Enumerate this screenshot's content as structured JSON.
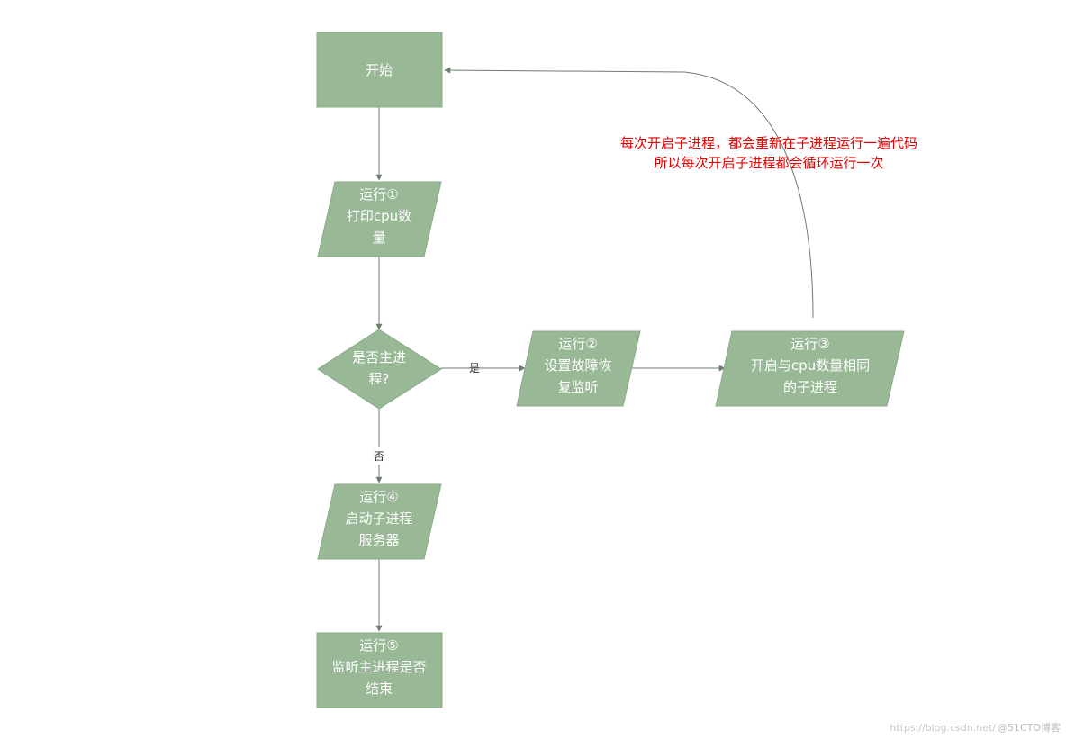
{
  "colors": {
    "node_fill": "#98b896",
    "node_stroke": "#8aab88",
    "edge": "#6d7f6c",
    "annotation": "#e60000"
  },
  "nodes": {
    "start": {
      "lines": [
        "开始"
      ]
    },
    "step1": {
      "lines": [
        "运行①",
        "打印cpu数",
        "量"
      ]
    },
    "decision": {
      "lines": [
        "是否主进",
        "程?"
      ]
    },
    "step2": {
      "lines": [
        "运行②",
        "设置故障恢",
        "复监听"
      ]
    },
    "step3": {
      "lines": [
        "运行③",
        "开启与cpu数量相同",
        "的子进程"
      ]
    },
    "step4": {
      "lines": [
        "运行④",
        "启动子进程",
        "服务器"
      ]
    },
    "step5": {
      "lines": [
        "运行⑤",
        "监听主进程是否",
        "结束"
      ]
    }
  },
  "edge_labels": {
    "yes": "是",
    "no": "否"
  },
  "annotation": {
    "lines": [
      "每次开启子进程，都会重新在子进程运行一遍代码",
      "所以每次开启子进程都会循环运行一次"
    ]
  },
  "watermark": {
    "url": "https://blog.csdn.net/",
    "brand": "@51CTO博客"
  }
}
